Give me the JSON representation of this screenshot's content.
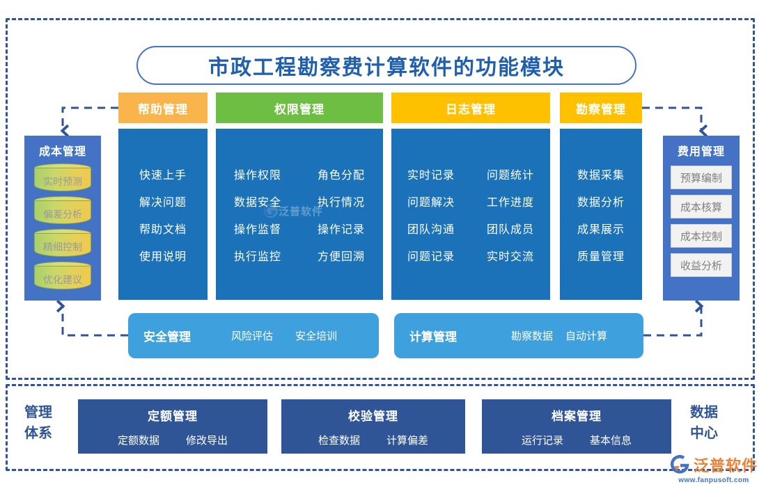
{
  "title": "市政工程勘察费计算软件的功能模块",
  "colors": {
    "accent_blue": "#1B72B8",
    "frame_blue": "#2F5597",
    "side_blue": "#4472C4",
    "orange": "#F9B54C",
    "green": "#6FBE44",
    "yellow": "#FFC000",
    "light_blue": "#3FA0DE",
    "dark_blue": "#2F5597"
  },
  "left_column": {
    "title": "成本管理",
    "items": [
      "实时预测",
      "偏差分析",
      "精细控制",
      "优化建议"
    ]
  },
  "right_column": {
    "title": "费用管理",
    "items": [
      "预算编制",
      "成本核算",
      "成本控制",
      "收益分析"
    ]
  },
  "modules": [
    {
      "title": "帮助管理",
      "header_color": "#F9B54C",
      "items": [
        "快速上手",
        "解决问题",
        "帮助文档",
        "使用说明"
      ]
    },
    {
      "title": "权限管理",
      "header_color": "#6FBE44",
      "items": [
        "操作权限",
        "角色分配",
        "数据安全",
        "执行情况",
        "操作监督",
        "操作记录",
        "执行监控",
        "方便回溯"
      ]
    },
    {
      "title": "日志管理",
      "header_color": "#FFC000",
      "items": [
        "实时记录",
        "问题统计",
        "问题解决",
        "工作进度",
        "团队沟通",
        "团队成员",
        "问题记录",
        "实时交流"
      ]
    },
    {
      "title": "勘察管理",
      "header_color": "#FFC000",
      "items": [
        "数据采集",
        "数据分析",
        "成果展示",
        "质量管理"
      ]
    }
  ],
  "pills": [
    {
      "title": "安全管理",
      "items": [
        "风险评估",
        "安全培训"
      ]
    },
    {
      "title": "计算管理",
      "items": [
        "勘察数据",
        "自动计算"
      ]
    }
  ],
  "bottom": {
    "left_label_line1": "管理",
    "left_label_line2": "体系",
    "right_label_line1": "数据",
    "right_label_line2": "中心",
    "boxes": [
      {
        "title": "定额管理",
        "items": [
          "定额数据",
          "修改导出"
        ]
      },
      {
        "title": "校验管理",
        "items": [
          "检查数据",
          "计算偏差"
        ]
      },
      {
        "title": "档案管理",
        "items": [
          "运行记录",
          "基本信息"
        ]
      }
    ]
  },
  "watermark": {
    "text": "泛普软件"
  },
  "logo": {
    "name": "泛普软件",
    "url": "www.fanpusoft.com"
  }
}
